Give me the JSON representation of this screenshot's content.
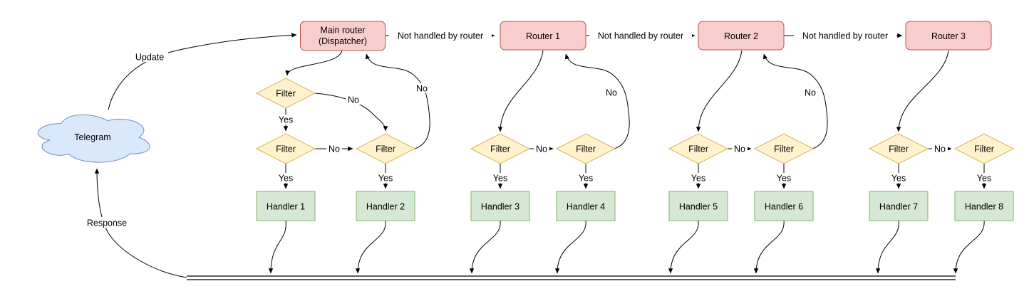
{
  "labels": {
    "cloud": "Telegram",
    "update": "Update",
    "response": "Response",
    "not_handled": "Not handled by router",
    "yes": "Yes",
    "no": "No",
    "filter": "Filter"
  },
  "nodes": {
    "main_router": {
      "line1": "Main router",
      "line2": "(Dispatcher)"
    },
    "routers": [
      {
        "label": "Router 1"
      },
      {
        "label": "Router 2"
      },
      {
        "label": "Router 3"
      }
    ],
    "handlers": [
      {
        "label": "Handler 1"
      },
      {
        "label": "Handler 2"
      },
      {
        "label": "Handler 3"
      },
      {
        "label": "Handler 4"
      },
      {
        "label": "Handler 5"
      },
      {
        "label": "Handler 6"
      },
      {
        "label": "Handler 7"
      },
      {
        "label": "Handler 8"
      }
    ]
  },
  "colors": {
    "router_fill": "#f8cecc",
    "router_stroke": "#b85450",
    "filter_fill": "#fff2cc",
    "filter_stroke": "#d6b656",
    "handler_fill": "#d5e8d4",
    "handler_stroke": "#82b366",
    "cloud_fill": "#dae8fc",
    "cloud_stroke": "#6c8ebf",
    "edge": "#000000",
    "text": "#000000",
    "background": "#ffffff"
  }
}
